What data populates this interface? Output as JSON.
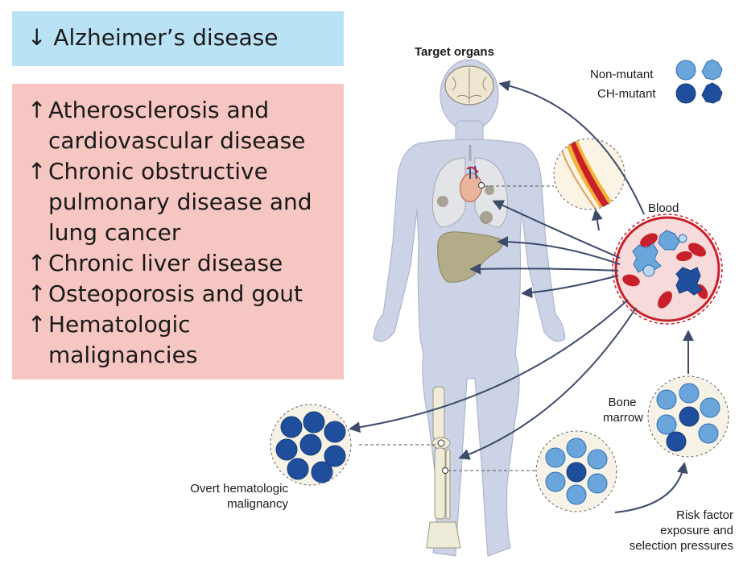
{
  "decreased": {
    "arrow": "↓",
    "items": [
      "Alzheimer’s disease"
    ]
  },
  "increased": {
    "arrow": "↑",
    "items": [
      "Atherosclerosis and cardiovascular disease",
      "Chronic obstructive pulmonary disease and lung cancer",
      "Chronic liver disease",
      "Osteoporosis and gout",
      "Hematologic malignancies"
    ]
  },
  "labels": {
    "target_organs": "Target organs",
    "non_mutant": "Non-mutant",
    "ch_mutant": "CH-mutant",
    "blood": "Blood",
    "bone_marrow": "Bone marrow",
    "overt_malignancy": "Overt hematologic malignancy",
    "risk_factor": "Risk factor exposure and selection pressures"
  },
  "colors": {
    "decrease_box": "#b9e3f5",
    "increase_box": "#f6c6c2",
    "body": "#cdd3e6",
    "arrow": "#3d4b6b",
    "non_mutant_cell": "#6aa6dc",
    "ch_mutant_cell": "#1f4f9c",
    "red_blood_cell": "#c8202a"
  }
}
